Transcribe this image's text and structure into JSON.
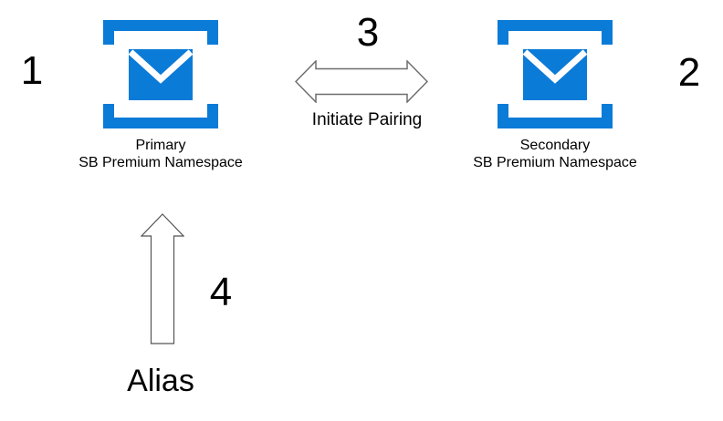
{
  "colors": {
    "service_bus_blue": "#0b7bd8",
    "pairing_arrow_outline": "#6e6e6e",
    "alias_arrow_outline": "#545454",
    "text": "#000000",
    "background": "#ffffff"
  },
  "primary_namespace": {
    "step_number": "1",
    "name_line1": "Primary",
    "name_line2": "SB Premium Namespace",
    "icon": "service-bus-envelope-icon"
  },
  "secondary_namespace": {
    "step_number": "2",
    "name_line1": "Secondary",
    "name_line2": "SB Premium Namespace",
    "icon": "service-bus-envelope-icon"
  },
  "pairing": {
    "step_number": "3",
    "label": "Initiate Pairing",
    "icon": "double-headed-arrow-icon"
  },
  "alias": {
    "step_number": "4",
    "label": "Alias",
    "icon": "up-arrow-icon"
  }
}
